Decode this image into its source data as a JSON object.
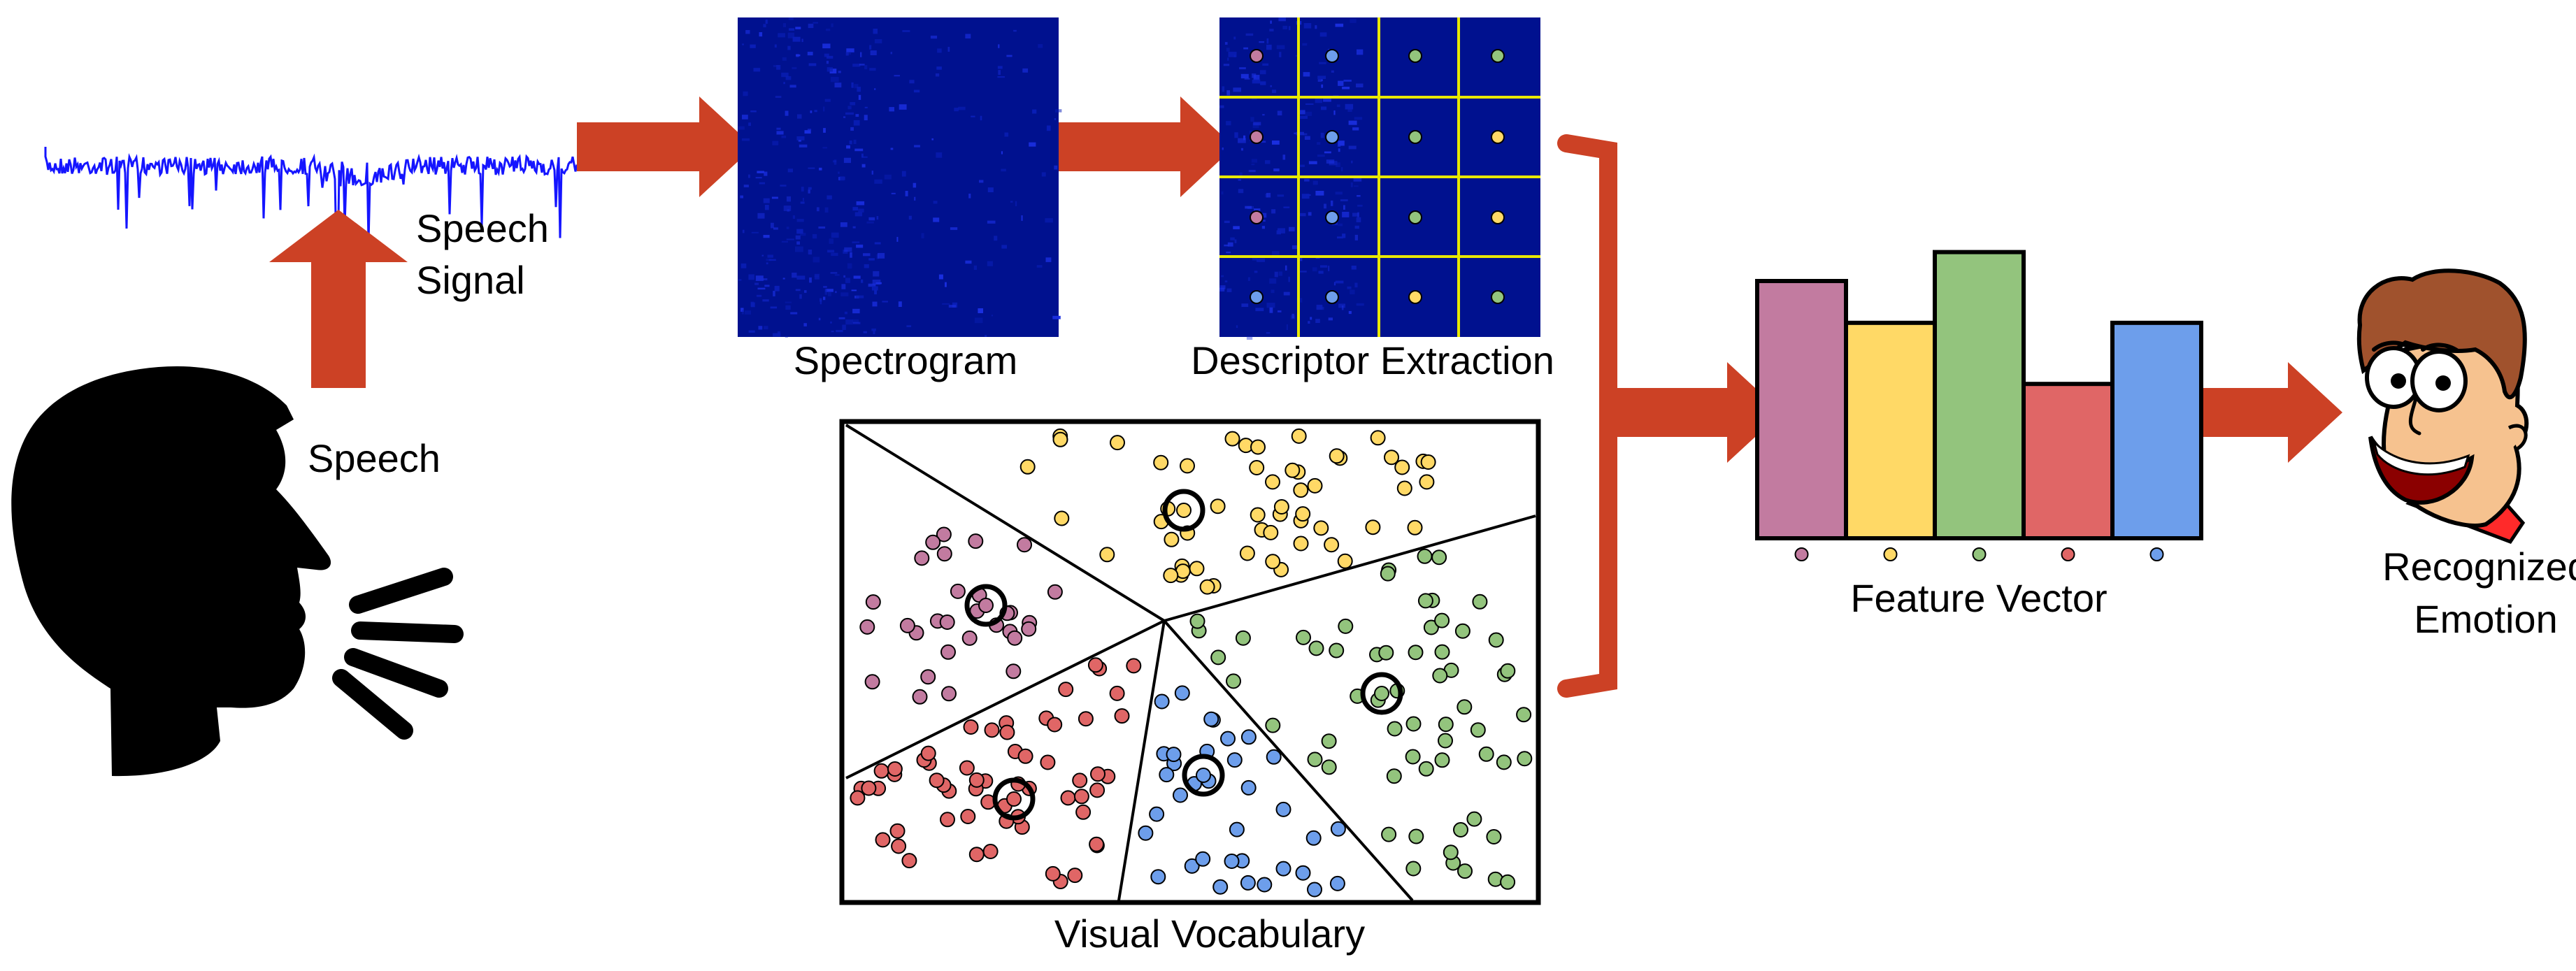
{
  "labels": {
    "speech_signal_line1": "Speech",
    "speech_signal_line2": "Signal",
    "speech": "Speech",
    "spectrogram": "Spectrogram",
    "descriptor_extraction": "Descriptor Extraction",
    "visual_vocabulary": "Visual Vocabulary",
    "feature_vector": "Feature Vector",
    "recognized_line1": "Recognized",
    "recognized_line2": "Emotion"
  },
  "colors": {
    "arrow": "#cc4125",
    "waveform": "#1515ff",
    "spectrogram": "#00118f",
    "grid_line": "#e8e800",
    "pink": "#c27ba0",
    "yellow": "#ffd966",
    "green": "#93c47d",
    "red": "#e06666",
    "blue": "#6d9eeb"
  },
  "icons": {
    "speaker": "speaking-head-icon",
    "face": "happy-face-icon"
  },
  "chart_data": {
    "type": "bar",
    "categories": [
      "pink",
      "yellow",
      "green",
      "red",
      "blue"
    ],
    "values": [
      0.8,
      0.67,
      0.89,
      0.48,
      0.67
    ],
    "ylim": [
      0,
      1
    ],
    "xlabel": "Feature Vector"
  },
  "descriptor_grid": [
    [
      "pink",
      "blue",
      "green",
      "green"
    ],
    [
      "pink",
      "blue",
      "green",
      "yellow"
    ],
    [
      "pink",
      "blue",
      "green",
      "yellow"
    ],
    [
      "blue",
      "blue",
      "yellow",
      "green"
    ]
  ]
}
